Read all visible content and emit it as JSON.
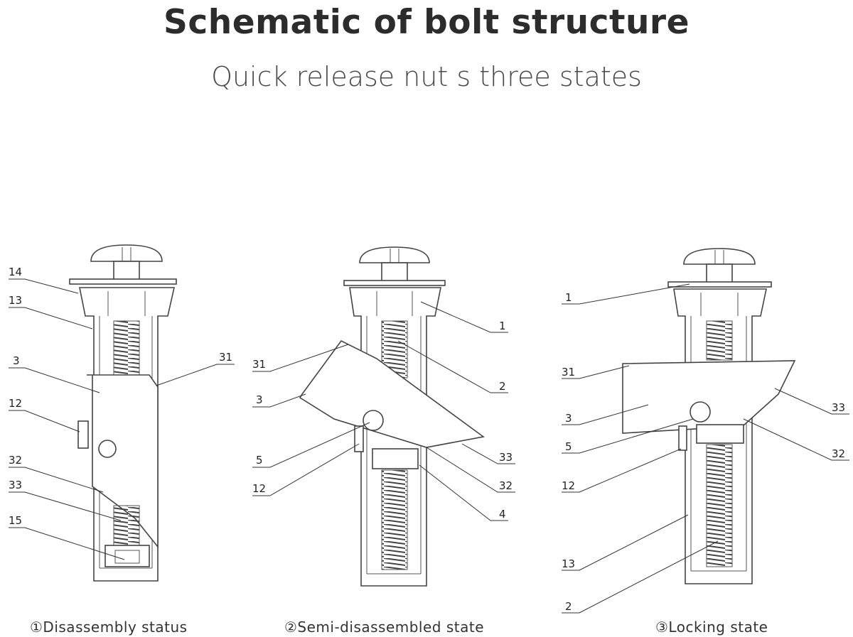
{
  "title": "Schematic of bolt structure",
  "subtitle": "Quick release nut s three states",
  "states": [
    {
      "caption": "①Disassembly status",
      "labels": [
        "14",
        "13",
        "3",
        "12",
        "32",
        "33",
        "15",
        "31"
      ]
    },
    {
      "caption": "②Semi-disassembled state",
      "labels": [
        "1",
        "2",
        "31",
        "3",
        "5",
        "12",
        "33",
        "32",
        "4"
      ]
    },
    {
      "caption": "③Locking state",
      "labels": [
        "1",
        "31",
        "3",
        "5",
        "12",
        "13",
        "2",
        "33",
        "32"
      ]
    }
  ]
}
